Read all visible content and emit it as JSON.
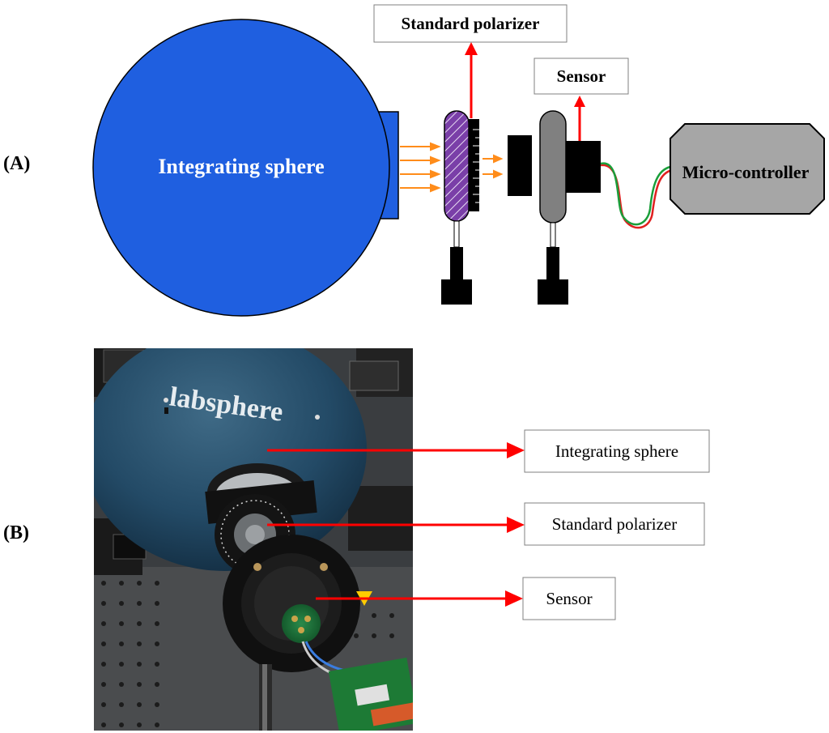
{
  "panel_a": {
    "label": "(A)",
    "sphere_label": "Integrating sphere",
    "polarizer_label": "Standard polarizer",
    "sensor_label": "Sensor",
    "controller_label": "Micro-controller"
  },
  "panel_b": {
    "label": "(B)",
    "photo_logo_text": "labsphere",
    "callouts": [
      {
        "text": "Integrating sphere"
      },
      {
        "text": "Standard polarizer"
      },
      {
        "text": "Sensor"
      }
    ]
  },
  "colors": {
    "sphere": "#1f5fe0",
    "polarizer": "#7a3fa8",
    "sensor_body": "#808080",
    "controller": "#a6a6a6",
    "arrow_red": "#ff0000",
    "light_arrow": "#ff8c1a",
    "wire_green": "#1a9e3a",
    "wire_red": "#e02020"
  }
}
